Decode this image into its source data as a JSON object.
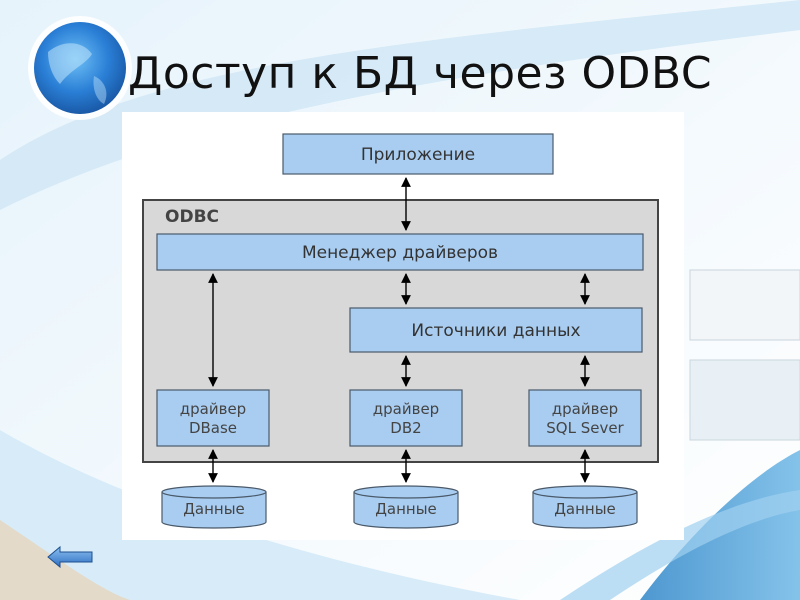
{
  "slide": {
    "title": "Доступ к БД через ODBC"
  },
  "diagram": {
    "application": "Приложение",
    "odbc_label": "ODBC",
    "driver_manager": "Менеджер драйверов",
    "data_sources": "Источники данных",
    "drivers": [
      {
        "line1": "драйвер",
        "line2": "DBase"
      },
      {
        "line1": "драйвер",
        "line2": "DB2"
      },
      {
        "line1": "драйвер",
        "line2": "SQL Sever"
      }
    ],
    "databases": [
      "Данные",
      "Данные",
      "Данные"
    ]
  },
  "colors": {
    "box_fill": "#a9cdf1",
    "box_stroke": "#4a5a6a",
    "odbc_fill": "#d8d8d8",
    "nav_arrow": "#3f7fcf"
  },
  "icons": {
    "globe": "globe-icon",
    "back": "back-arrow-icon"
  }
}
